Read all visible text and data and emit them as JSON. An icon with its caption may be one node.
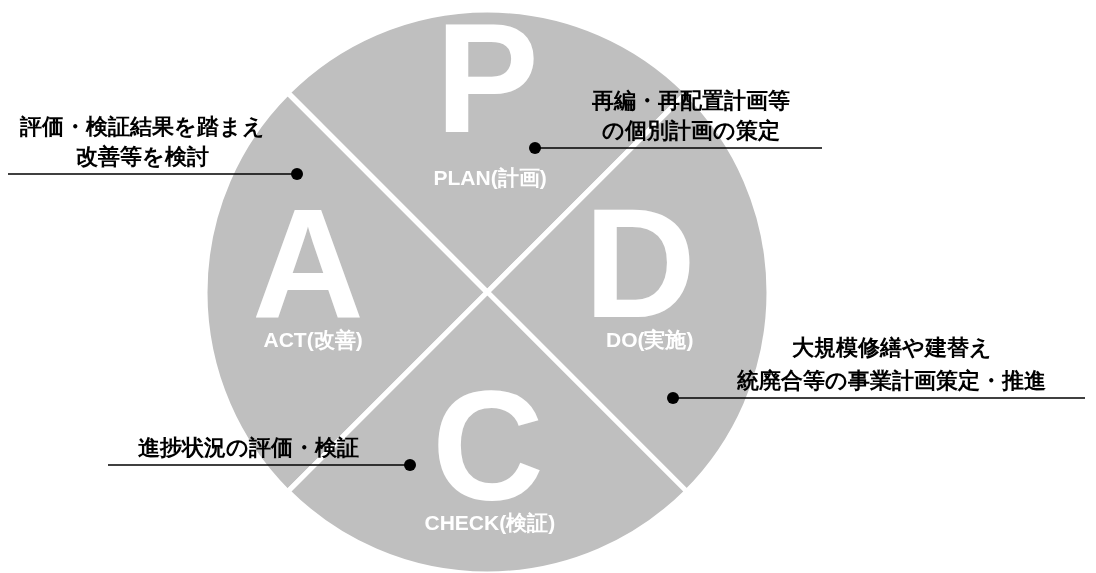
{
  "diagram": {
    "nodes": [
      {
        "text": [
          "P",
          "PLAN(計画)"
        ]
      },
      {
        "text": [
          "再編・再配置計画等の個別計画の策定"
        ]
      },
      {
        "text": [
          "評価・検証結果を踏まえ改善等を検討"
        ]
      },
      {
        "text": [
          "A",
          "ACT(改善)"
        ]
      },
      {
        "text": [
          "D",
          "DO(実施)"
        ]
      },
      {
        "text": [
          "大規模修繕や建替え",
          "統廃合等の事業計画策定・推進"
        ]
      },
      {
        "text": [
          "進捗状況の評価・検証"
        ]
      },
      {
        "text": [
          "C",
          "CHECK(検証)"
        ]
      }
    ],
    "edges": [
      {
        "from": 1,
        "to": 0,
        "arrow": "other"
      },
      {
        "from": 2,
        "to": 3,
        "arrow": "other"
      },
      {
        "from": 5,
        "to": 4,
        "arrow": "other"
      },
      {
        "from": 6,
        "to": 7,
        "arrow": "other"
      }
    ]
  }
}
